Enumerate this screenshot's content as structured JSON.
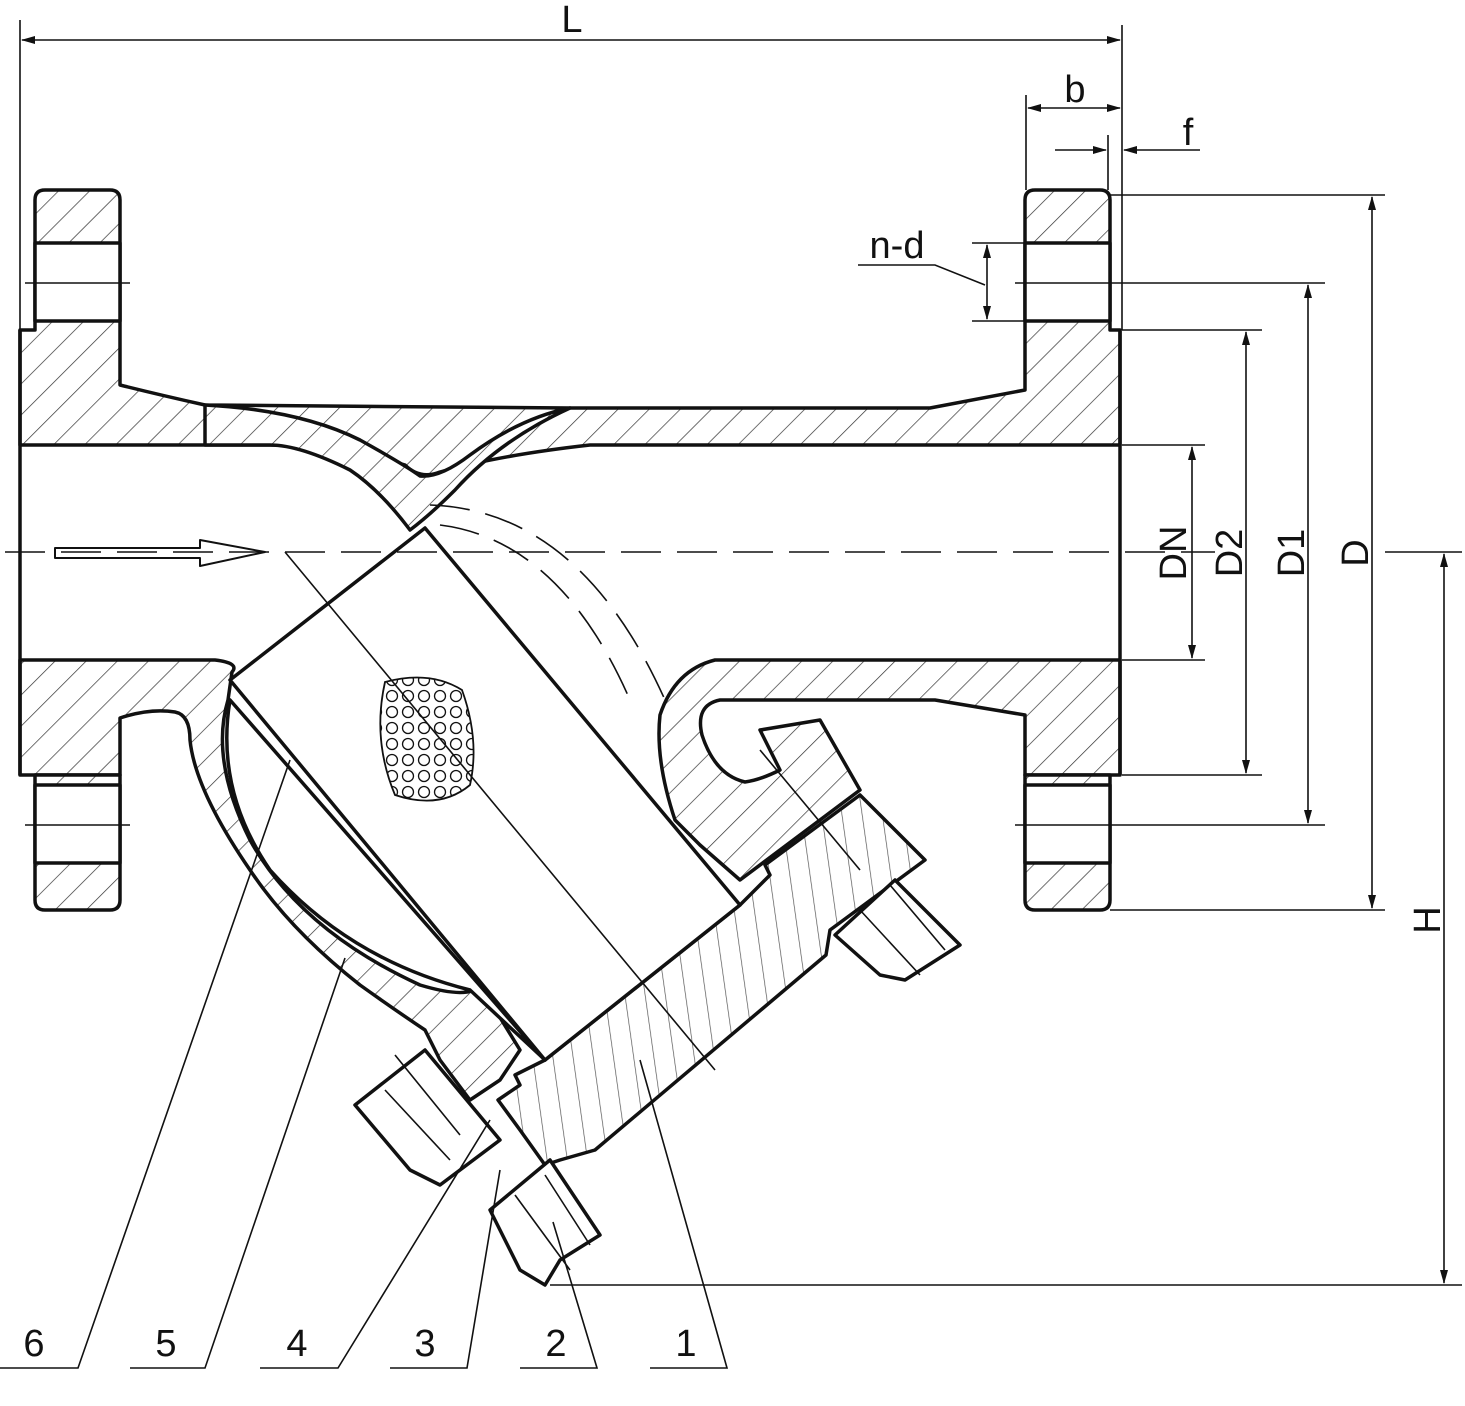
{
  "dimensions": {
    "L": "L",
    "b": "b",
    "f": "f",
    "n_d": "n-d",
    "DN": "DN",
    "D2": "D2",
    "D1": "D1",
    "D": "D",
    "H": "H"
  },
  "parts": [
    "6",
    "5",
    "4",
    "3",
    "2",
    "1"
  ]
}
